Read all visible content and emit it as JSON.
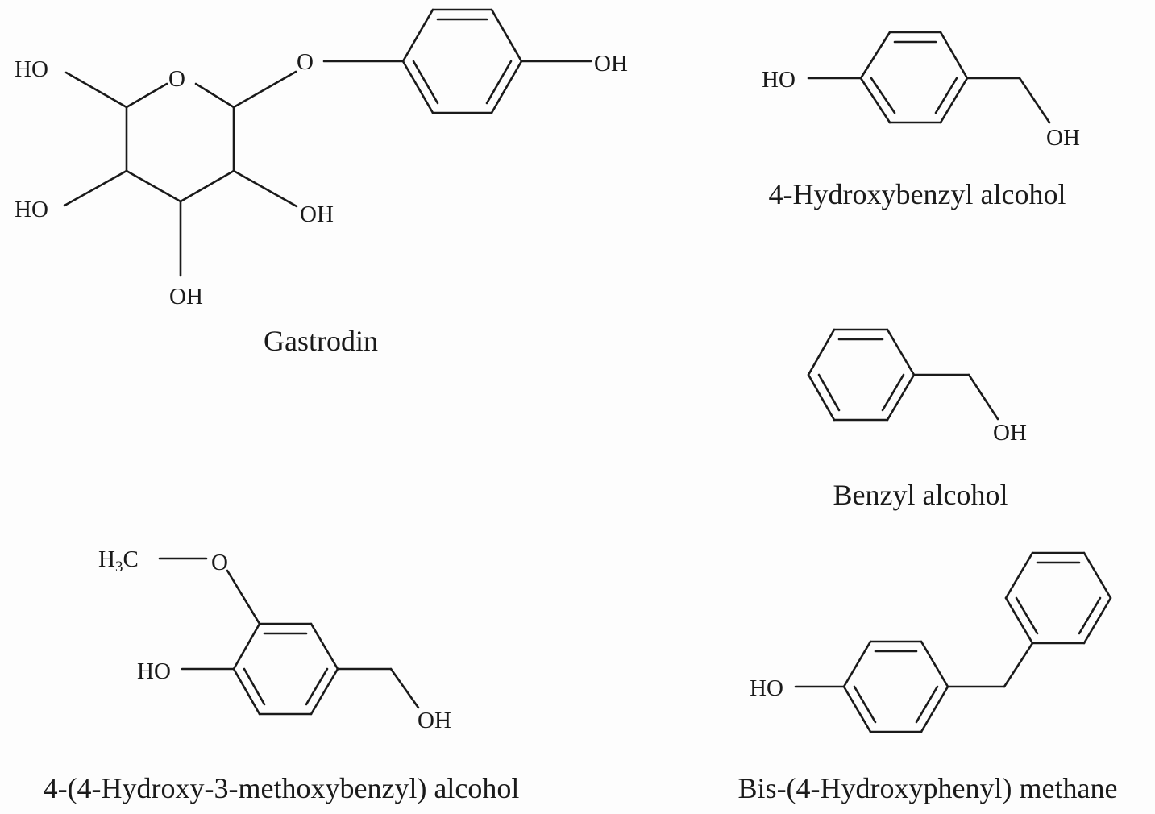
{
  "compounds": [
    {
      "id": "gastrodin",
      "name": "Gastrodin",
      "labels": {
        "ho_top": "HO",
        "ring_o": "O",
        "link_o": "O",
        "oh_phenol": "OH",
        "ho_left": "HO",
        "oh_right": "OH",
        "oh_bottom": "OH"
      }
    },
    {
      "id": "hydroxybenzyl-alcohol",
      "name": "4-Hydroxybenzyl alcohol",
      "labels": {
        "ho": "HO",
        "oh": "OH"
      }
    },
    {
      "id": "benzyl-alcohol",
      "name": "Benzyl alcohol",
      "labels": {
        "oh": "OH"
      }
    },
    {
      "id": "hydroxy-methoxybenzyl-alcohol",
      "name": "4-(4-Hydroxy-3-methoxybenzyl) alcohol",
      "labels": {
        "h": "H",
        "sub3": "3",
        "c": "C",
        "o": "O",
        "ho": "HO",
        "oh": "OH"
      }
    },
    {
      "id": "bis-hydroxyphenyl-methane",
      "name": "Bis-(4-Hydroxyphenyl) methane",
      "labels": {
        "ho": "HO"
      }
    }
  ]
}
